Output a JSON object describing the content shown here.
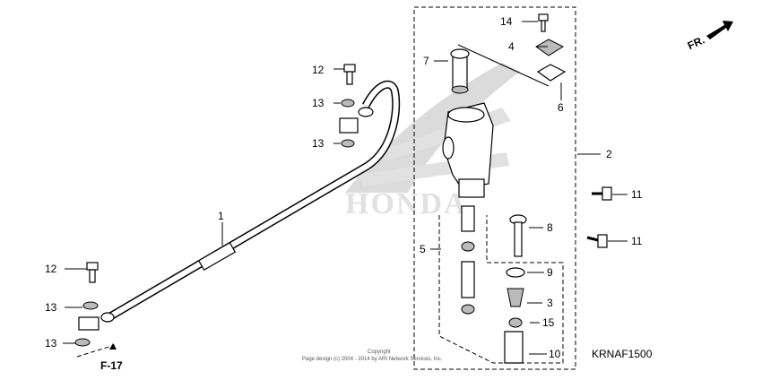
{
  "direction_label": "FR.",
  "reference": "F-17",
  "diagram_code": "KRNAF1500",
  "copyright": {
    "line1": "Copyright",
    "line2": "Page design (c) 2004 - 2014 by ARI Network Services, Inc."
  },
  "watermark": "HONDA",
  "callouts": {
    "c1": "1",
    "c2": "2",
    "c3": "3",
    "c4": "4",
    "c5": "5",
    "c6": "6",
    "c7": "7",
    "c8": "8",
    "c9": "9",
    "c10": "10",
    "c11a": "11",
    "c11b": "11",
    "c12a": "12",
    "c12b": "12",
    "c13a": "13",
    "c13b": "13",
    "c13c": "13",
    "c13d": "13",
    "c14": "14",
    "c15": "15"
  }
}
